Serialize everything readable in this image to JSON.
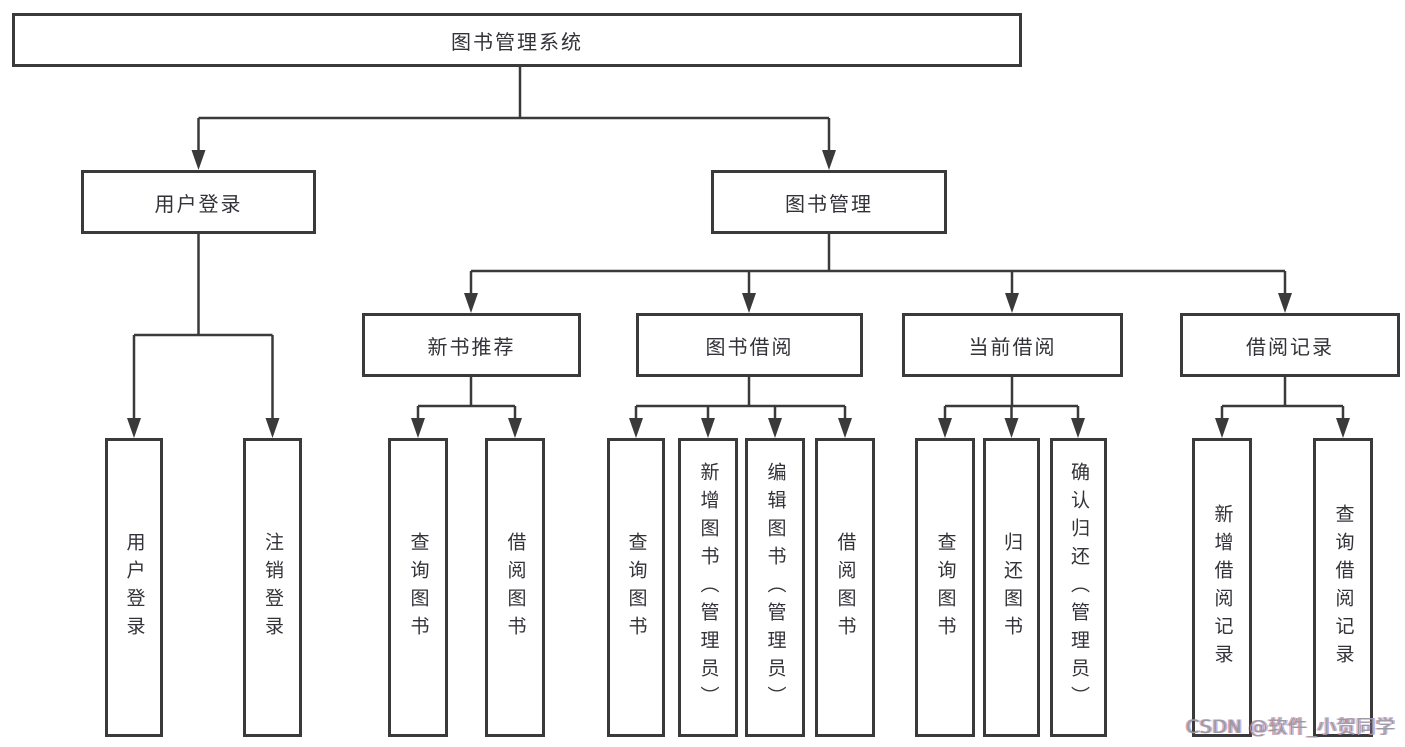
{
  "colors": {
    "line": "#3a3a3a",
    "box_border": "#3a3a3a",
    "box_fill": "#ffffff",
    "text": "#323238",
    "watermark": "#9b9ba4",
    "background": "#ffffff"
  },
  "tree": {
    "root": {
      "label": "图书管理系统"
    },
    "branches": [
      {
        "label": "用户登录",
        "children": [
          {
            "label": "用户登录"
          },
          {
            "label": "注销登录"
          }
        ]
      },
      {
        "label": "图书管理",
        "children": [
          {
            "label": "新书推荐",
            "children": [
              {
                "label": "查询图书"
              },
              {
                "label": "借阅图书"
              }
            ]
          },
          {
            "label": "图书借阅",
            "children": [
              {
                "label": "查询图书"
              },
              {
                "label": "新增图书（管理员）"
              },
              {
                "label": "编辑图书（管理员）"
              },
              {
                "label": "借阅图书"
              }
            ]
          },
          {
            "label": "当前借阅",
            "children": [
              {
                "label": "查询图书"
              },
              {
                "label": "归还图书"
              },
              {
                "label": "确认归还（管理员）"
              }
            ]
          },
          {
            "label": "借阅记录",
            "children": [
              {
                "label": "新增借阅记录"
              },
              {
                "label": "查询借阅记录"
              }
            ]
          }
        ]
      }
    ]
  },
  "watermark": {
    "text": "CSDN @软件_小贺同学"
  }
}
